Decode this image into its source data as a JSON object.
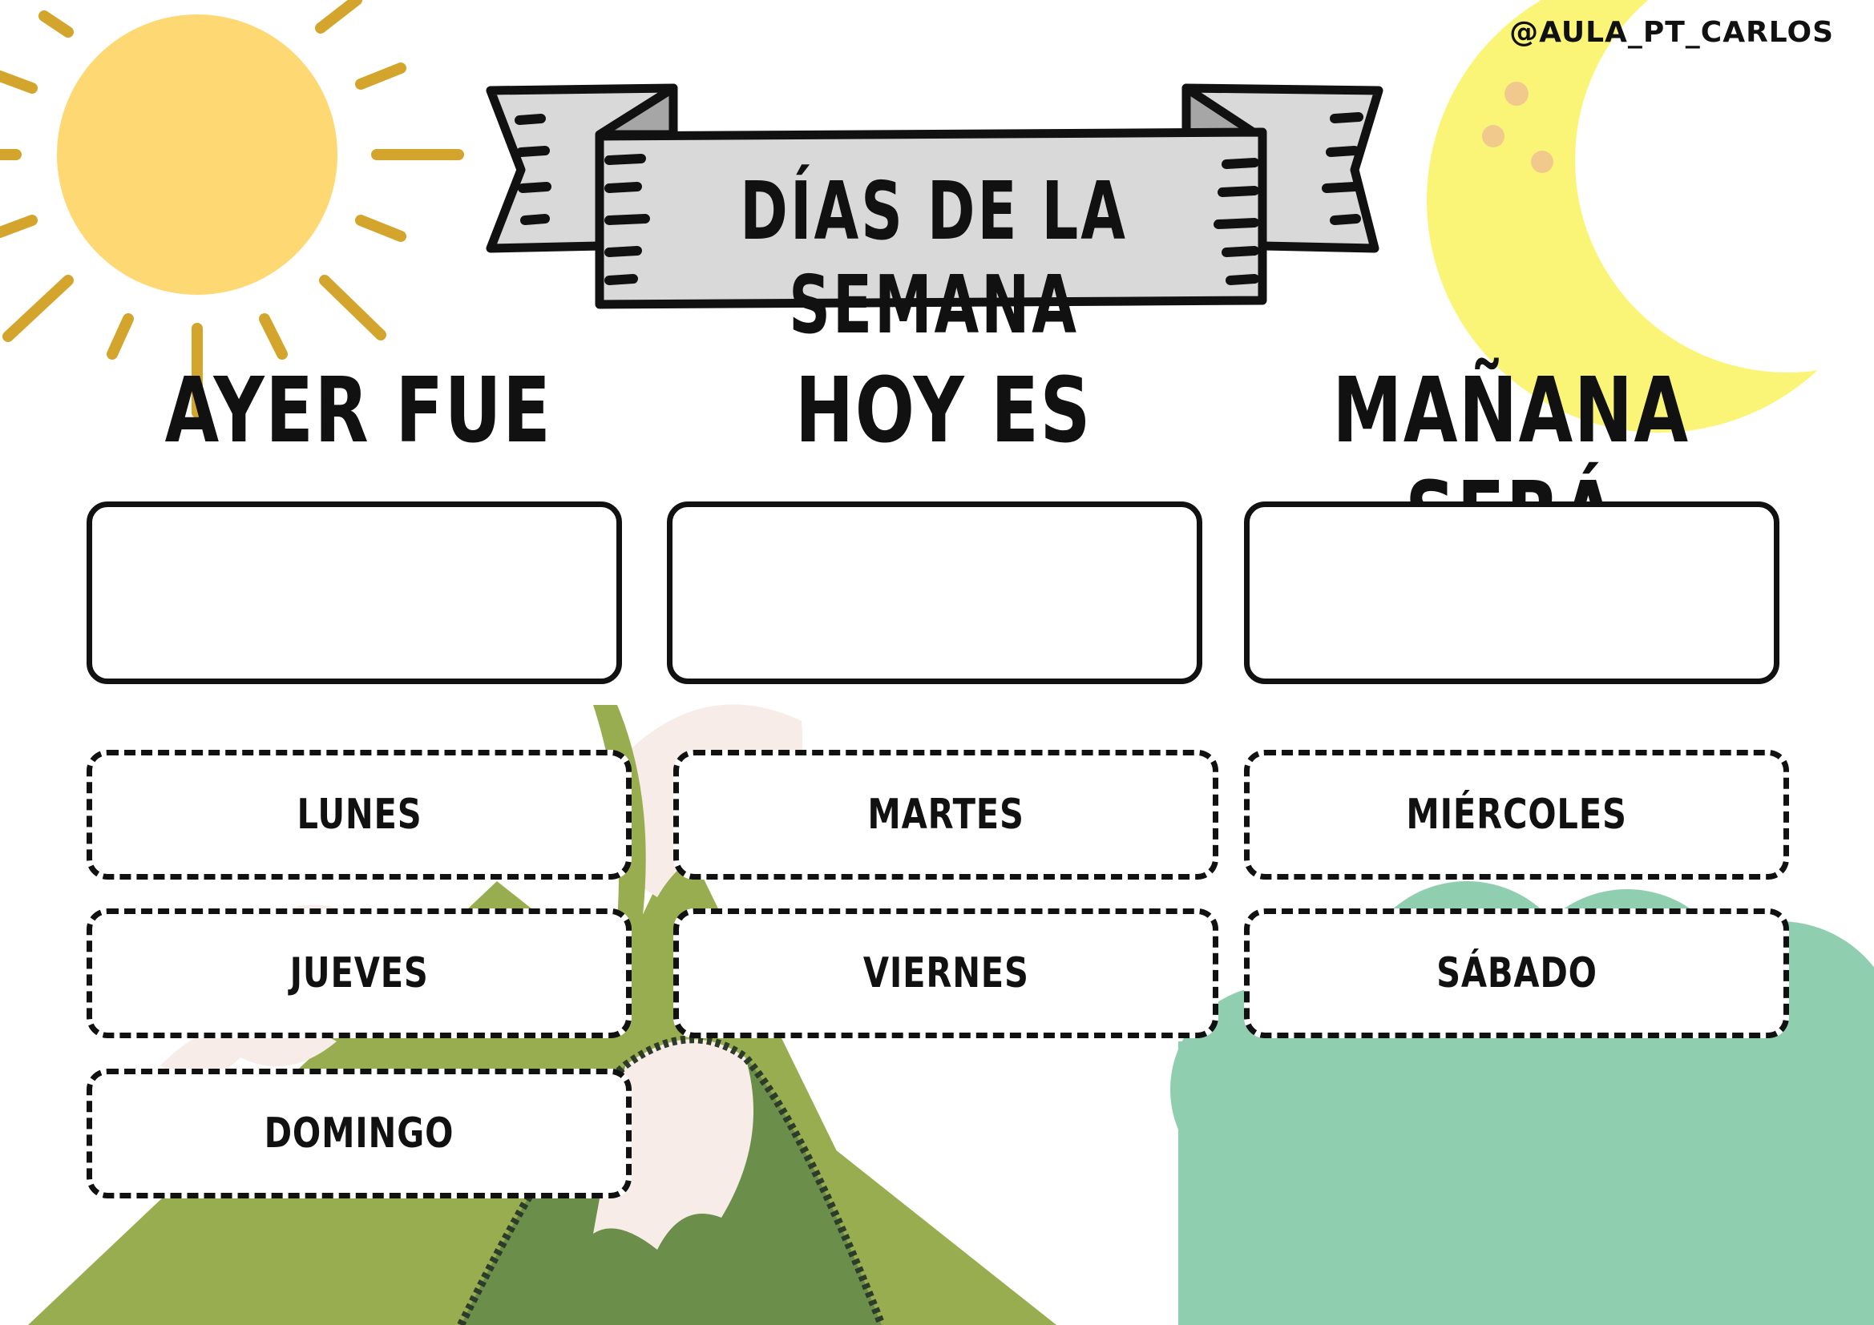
{
  "handle": "@AULA_PT_CARLOS",
  "title": "DÍAS DE LA SEMANA",
  "columns": {
    "yesterday": "AYER FUE",
    "today": "HOY ES",
    "tomorrow": "MAÑANA SERÁ"
  },
  "days": [
    "LUNES",
    "MARTES",
    "MIÉRCOLES",
    "JUEVES",
    "VIERNES",
    "SÁBADO",
    "DOMINGO"
  ],
  "colors": {
    "sun": "#FED873",
    "sun_rays": "#D4A52C",
    "moon": "#FBF577",
    "moon_spots": "#F2C98C",
    "mountain": "#97AD50",
    "mountain_dark": "#6B8E4A",
    "snow": "#F7ECE7",
    "bush": "#8FCFAF",
    "banner": "#D9D9D9",
    "banner_fold": "#A6A6A6",
    "ink": "#111111"
  },
  "icons": [
    "sun-icon",
    "moon-icon",
    "mountain-illustration",
    "bush-illustration",
    "ribbon-banner"
  ]
}
